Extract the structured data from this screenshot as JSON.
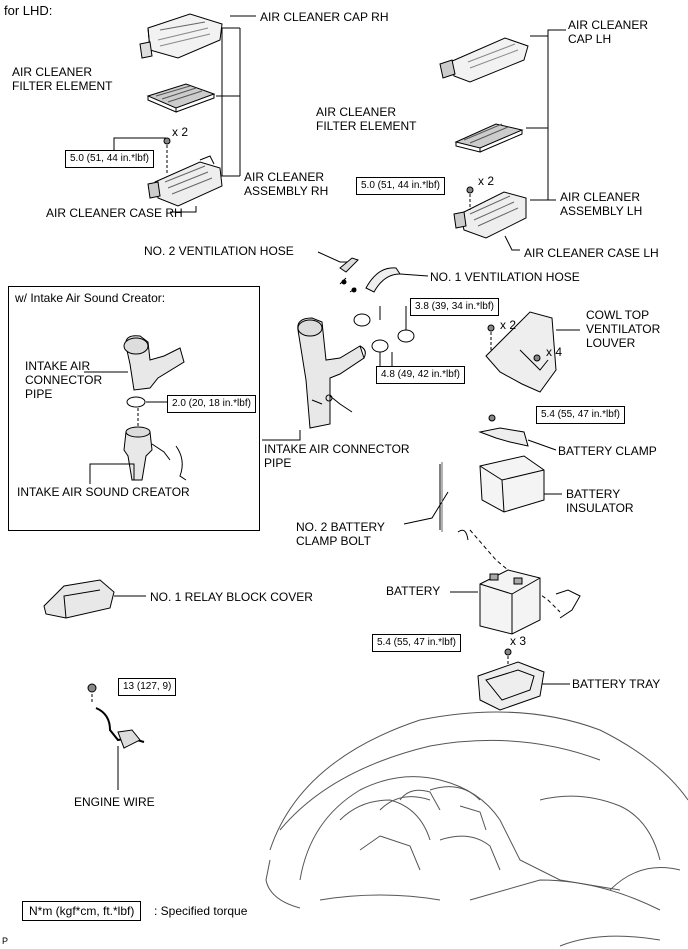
{
  "header": {
    "variant": "for LHD:"
  },
  "footer": {
    "code": "P"
  },
  "legend": {
    "box_text": "N*m (kgf*cm, ft.*lbf)",
    "text": ": Specified torque"
  },
  "inset": {
    "title": "w/ Intake Air Sound Creator:"
  },
  "labels": {
    "cap_rh": "AIR CLEANER CAP RH",
    "filter_rh": "AIR CLEANER\nFILTER ELEMENT",
    "assembly_rh": "AIR CLEANER\nASSEMBLY RH",
    "case_rh": "AIR CLEANER CASE RH",
    "cap_lh": "AIR CLEANER\nCAP LH",
    "filter_lh": "AIR CLEANER\nFILTER ELEMENT",
    "assembly_lh": "AIR CLEANER\nASSEMBLY LH",
    "case_lh": "AIR CLEANER CASE LH",
    "vent_hose_2": "NO. 2 VENTILATION HOSE",
    "vent_hose_1": "NO. 1 VENTILATION HOSE",
    "intake_pipe": "INTAKE AIR CONNECTOR\nPIPE",
    "inset_intake_pipe": "INTAKE AIR\nCONNECTOR\nPIPE",
    "sound_creator": "INTAKE AIR SOUND CREATOR",
    "cowl_louver": "COWL TOP\nVENTILATOR\nLOUVER",
    "battery_clamp": "BATTERY CLAMP",
    "battery_insulator": "BATTERY\nINSULATOR",
    "clamp_bolt": "NO. 2 BATTERY\nCLAMP BOLT",
    "battery": "BATTERY",
    "battery_tray": "BATTERY TRAY",
    "relay_cover": "NO. 1 RELAY BLOCK COVER",
    "engine_wire": "ENGINE WIRE"
  },
  "torques": {
    "case_rh": "5.0 (51, 44 in.*lbf)",
    "case_lh": "5.0 (51, 44 in.*lbf)",
    "clamp_upper": "3.8 (39, 34 in.*lbf)",
    "clamp_lower": "4.8 (49, 42 in.*lbf)",
    "inset_clamp": "2.0 (20, 18 in.*lbf)",
    "battery_clamp": "5.4 (55, 47 in.*lbf)",
    "battery_tray": "5.4 (55, 47 in.*lbf)",
    "engine_wire": "13 (127, 9)"
  },
  "multipliers": {
    "case_rh": "x 2",
    "case_lh": "x 2",
    "louver_clips": "x 2",
    "louver_bolts": "x 4",
    "tray_bolts": "x 3"
  }
}
